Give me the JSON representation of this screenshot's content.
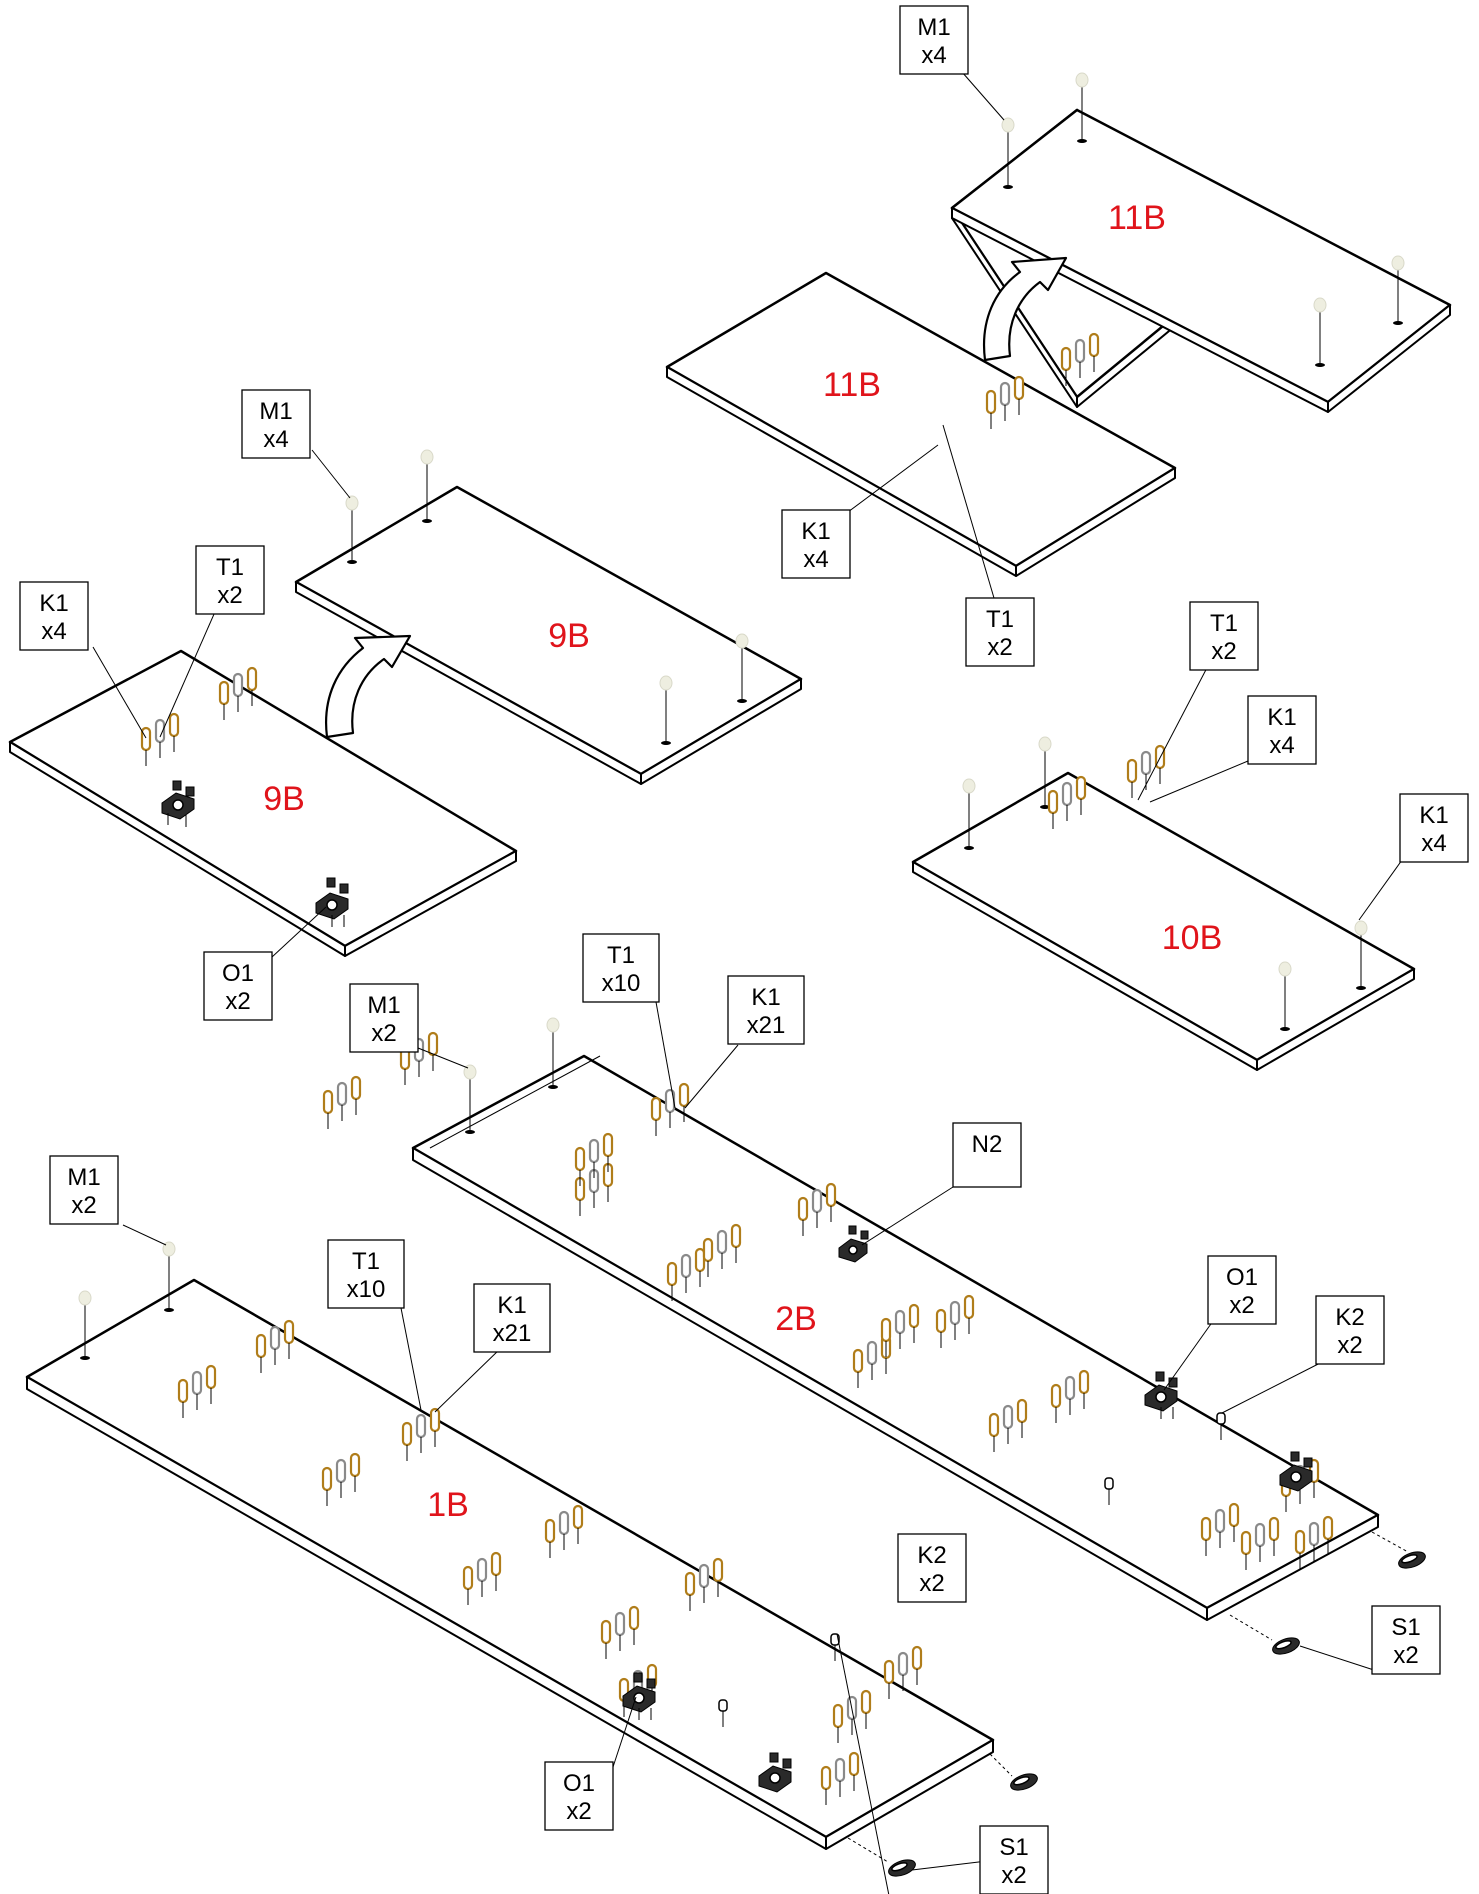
{
  "panels": {
    "p1": "1B",
    "p2": "2B",
    "p9a": "9B",
    "p9b": "9B",
    "p10": "10B",
    "p11a": "11B",
    "p11b": "11B"
  },
  "callouts": {
    "m1_11b": {
      "code": "M1",
      "qty": "x4"
    },
    "k1_11b": {
      "code": "K1",
      "qty": "x4"
    },
    "t1_11b": {
      "code": "T1",
      "qty": "x2"
    },
    "m1_9b": {
      "code": "M1",
      "qty": "x4"
    },
    "k1_9b": {
      "code": "K1",
      "qty": "x4"
    },
    "t1_9b": {
      "code": "T1",
      "qty": "x2"
    },
    "o1_9b": {
      "code": "O1",
      "qty": "x2"
    },
    "t1_10b": {
      "code": "T1",
      "qty": "x2"
    },
    "k1_10b_a": {
      "code": "K1",
      "qty": "x4"
    },
    "k1_10b_b": {
      "code": "K1",
      "qty": "x4"
    },
    "m1_2b": {
      "code": "M1",
      "qty": "x2"
    },
    "t1_2b": {
      "code": "T1",
      "qty": "x10"
    },
    "k1_2b": {
      "code": "K1",
      "qty": "x21"
    },
    "n2_2b": {
      "code": "N2",
      "qty": ""
    },
    "o1_2b": {
      "code": "O1",
      "qty": "x2"
    },
    "k2_2b": {
      "code": "K2",
      "qty": "x2"
    },
    "s1_2b": {
      "code": "S1",
      "qty": "x2"
    },
    "m1_1b": {
      "code": "M1",
      "qty": "x2"
    },
    "t1_1b": {
      "code": "T1",
      "qty": "x10"
    },
    "k1_1b": {
      "code": "K1",
      "qty": "x21"
    },
    "k2_1b": {
      "code": "K2",
      "qty": "x2"
    },
    "o1_1b": {
      "code": "O1",
      "qty": "x2"
    },
    "s1_1b": {
      "code": "S1",
      "qty": "x2"
    }
  },
  "colors": {
    "panel_label": "#e0141b",
    "dowel_wood": "#b07d1a",
    "cam_pin": "#8a8a8a",
    "shelf_support": "#eeeee0"
  },
  "icons": {
    "flip_arrow": "curved-flip-arrow-icon",
    "dowel": "wood-dowel-icon",
    "cam_bolt": "cam-bolt-icon",
    "shelf_pin": "shelf-support-pin-icon",
    "cam_lock": "cam-lock-connector-icon",
    "handle": "handle-knob-icon"
  }
}
